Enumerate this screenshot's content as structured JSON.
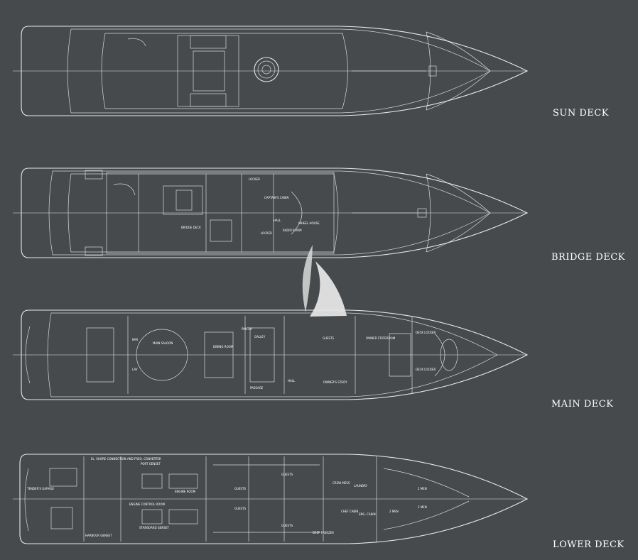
{
  "decks": [
    {
      "id": "sun",
      "label": "SUN DECK",
      "rooms": []
    },
    {
      "id": "bridge",
      "label": "BRIDGE DECK",
      "rooms": [
        "BRIDGE DECK",
        "LOCKER",
        "CAPTAIN'S CABIN",
        "HALL",
        "WHEEL HOUSE",
        "LOCKER",
        "RADIO ROOM"
      ]
    },
    {
      "id": "main",
      "label": "MAIN DECK",
      "rooms": [
        "MAIN SALOON",
        "DINING ROOM",
        "PANTRY",
        "GALLEY",
        "PASSAGE",
        "HALL",
        "OWNER'S STUDY",
        "GUESTS",
        "OWNER STATEROOM",
        "DECK LOCKER",
        "DECK LOCKER",
        "BAR",
        "LAV"
      ]
    },
    {
      "id": "lower",
      "label": "LOWER DECK",
      "rooms": [
        "EL. SHORE CONNECTION AND FREQ. CONVERTER",
        "TENDER'S GARAGE",
        "HARBOUR GENSET",
        "PORT GENSET",
        "ENGINE ROOM",
        "ENGINE CONTROL ROOM",
        "STARBOARD GENSET",
        "GUESTS",
        "GUESTS",
        "GUESTS",
        "GUESTS",
        "CREW MESS",
        "LAUNDRY",
        "CHEF CABIN",
        "ENG. CABIN",
        "DEEP FREEZER",
        "2 MEN",
        "2 MEN",
        "2 MEN"
      ]
    }
  ]
}
